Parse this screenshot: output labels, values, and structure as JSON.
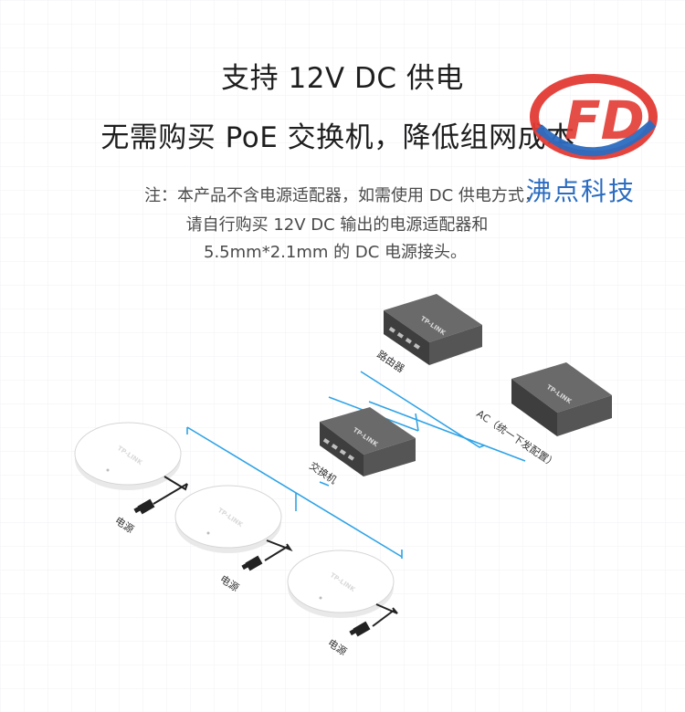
{
  "headline": {
    "line1": "支持 12V DC 供电",
    "line2": "无需购买 PoE 交换机，降低组网成本"
  },
  "note": {
    "line1": "注：本产品不含电源适配器，如需使用 DC 供电方式，",
    "line2": "请自行购买 12V DC 输出的电源适配器和",
    "line3": "5.5mm*2.1mm 的 DC 电源接头。"
  },
  "logo": {
    "text": "沸点科技",
    "colors": {
      "red": "#e33a34",
      "blue": "#2b6cc0"
    }
  },
  "diagram": {
    "brand": "TP-LINK",
    "router_label": "路由器",
    "ac_label": "AC（统一下发配置）",
    "switch_label": "交换机",
    "power_labels": [
      "电源",
      "电源",
      "电源"
    ],
    "line_color": "#2fa3e6"
  },
  "colors": {
    "headline": "#1e1e1e",
    "note": "#4a4a4a",
    "device_dark": "#4d4d4d"
  }
}
